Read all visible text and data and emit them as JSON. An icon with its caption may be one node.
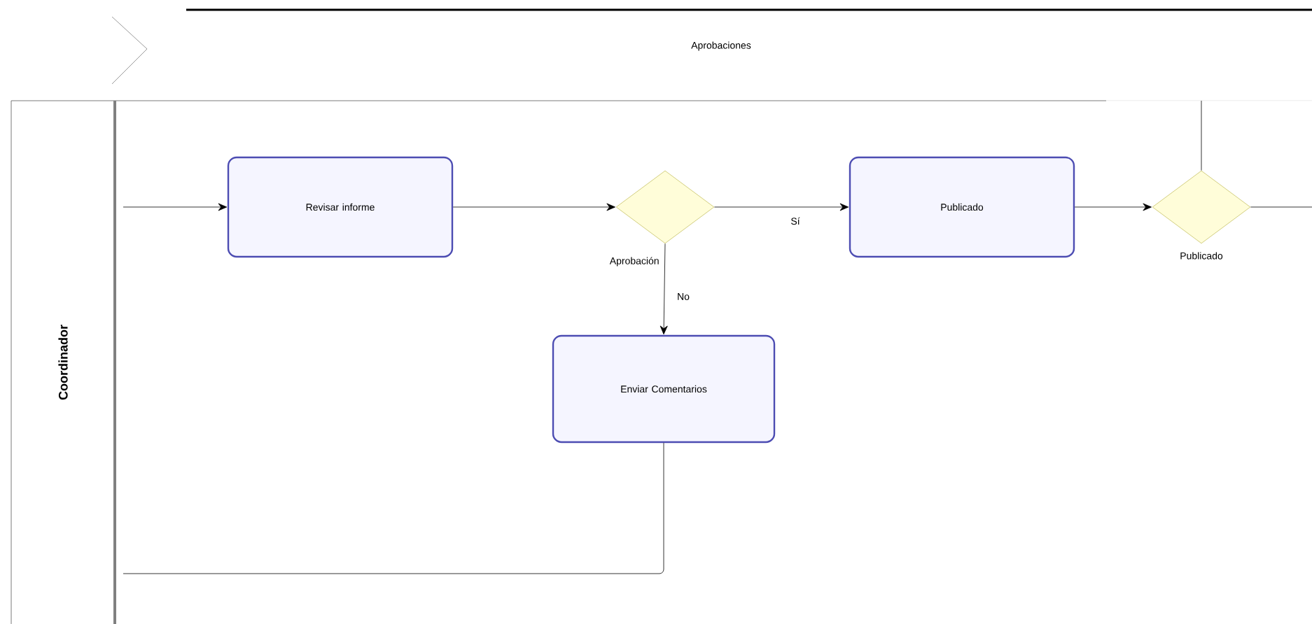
{
  "diagram": {
    "nodes": [
      {
        "text": [
          "Coordinador"
        ]
      },
      {
        "text": [
          "Revisar informe"
        ],
        "in": 0
      },
      {
        "text": [],
        "shape": "diamond",
        "beside": [
          "Aprobación"
        ],
        "in": 0
      },
      {
        "text": [
          "Publicado"
        ],
        "in": 0
      },
      {
        "text": [],
        "shape": "diamond",
        "beside": [
          "Publicado"
        ],
        "in": 0
      },
      {
        "text": [
          "Enviar Comentarios"
        ],
        "in": 0
      }
    ],
    "edges": [
      {
        "from": null,
        "to": 1,
        "arrow": "to"
      },
      {
        "from": 1,
        "to": 2,
        "arrow": "to"
      },
      {
        "from": 2,
        "to": 3,
        "arrow": "to",
        "label": "Sí"
      },
      {
        "from": 2,
        "to": 5,
        "arrow": "to",
        "label": "No"
      },
      {
        "from": 3,
        "to": 4,
        "arrow": "to"
      },
      {
        "from": 4,
        "to": null,
        "arrow": "none"
      },
      {
        "from": 4,
        "to": null,
        "arrow": "none"
      },
      {
        "from": 5,
        "to": null,
        "arrow": "none"
      }
    ],
    "labels": [
      "Aprobaciones"
    ]
  }
}
